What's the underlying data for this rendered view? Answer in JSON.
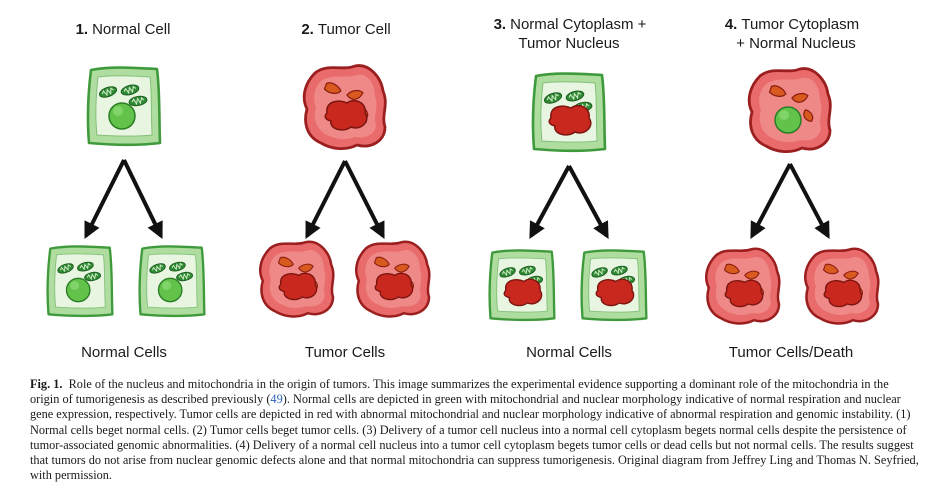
{
  "panels": [
    {
      "number": "1.",
      "title_lines": [
        "Normal Cell"
      ],
      "parent": {
        "cyto": "normal",
        "nucleus": "normal"
      },
      "offspring": [
        {
          "cyto": "normal",
          "nucleus": "normal"
        },
        {
          "cyto": "normal",
          "nucleus": "normal"
        }
      ],
      "result": "Normal Cells"
    },
    {
      "number": "2.",
      "title_lines": [
        "Tumor Cell"
      ],
      "parent": {
        "cyto": "tumor",
        "nucleus": "tumor"
      },
      "offspring": [
        {
          "cyto": "tumor",
          "nucleus": "tumor"
        },
        {
          "cyto": "tumor",
          "nucleus": "tumor"
        }
      ],
      "result": "Tumor Cells"
    },
    {
      "number": "3.",
      "title_lines": [
        "Normal Cytoplasm +",
        "Tumor Nucleus"
      ],
      "parent": {
        "cyto": "normal",
        "nucleus": "tumor"
      },
      "offspring": [
        {
          "cyto": "normal",
          "nucleus": "tumor"
        },
        {
          "cyto": "normal",
          "nucleus": "tumor"
        }
      ],
      "result": "Normal Cells"
    },
    {
      "number": "4.",
      "title_lines": [
        "Tumor Cytoplasm",
        "+ Normal Nucleus"
      ],
      "parent": {
        "cyto": "tumor",
        "nucleus": "normal"
      },
      "offspring": [
        {
          "cyto": "tumor",
          "nucleus": "tumor"
        },
        {
          "cyto": "tumor",
          "nucleus": "tumor"
        }
      ],
      "result": "Tumor Cells/Death"
    }
  ],
  "colors": {
    "normal_fill": "#aedd9f",
    "normal_inner": "#e8f6e1",
    "normal_stroke": "#3f9a3c",
    "normal_nucleus": "#62c24a",
    "normal_mito": "#2f8a33",
    "tumor_fill": "#ea6b6b",
    "tumor_inner": "#f3a3a0",
    "tumor_stroke": "#9b1f1f",
    "tumor_nucleus": "#c9281f",
    "tumor_mito": "#d85a1e",
    "arrow": "#111111",
    "caption_link": "#2a62b8"
  },
  "caption": {
    "label": "Fig. 1.",
    "text_before_ref": "Role of the nucleus and mitochondria in the origin of tumors. This image summarizes the experimental evidence supporting a dominant role of the mitochondria in the origin of tumorigenesis as described previously (",
    "ref": "49",
    "text_after_ref": "). Normal cells are depicted in green with mitochondrial and nuclear morphology indicative of normal respiration and nuclear gene expression, respectively. Tumor cells are depicted in red with abnormal mitochondrial and nuclear morphology indicative of abnormal respiration and genomic instability. (1) Normal cells beget normal cells. (2) Tumor cells beget tumor cells. (3) Delivery of a tumor cell nucleus into a normal cell cytoplasm begets normal cells despite the persistence of tumor-associated genomic abnormalities. (4) Delivery of a normal cell nucleus into a tumor cell cytoplasm begets tumor cells or dead cells but not normal cells. The results suggest that tumors do not arise from nuclear genomic defects alone and that normal mitochondria can suppress tumorigenesis. Original diagram from Jeffrey Ling and Thomas N. Seyfried, with permission."
  }
}
